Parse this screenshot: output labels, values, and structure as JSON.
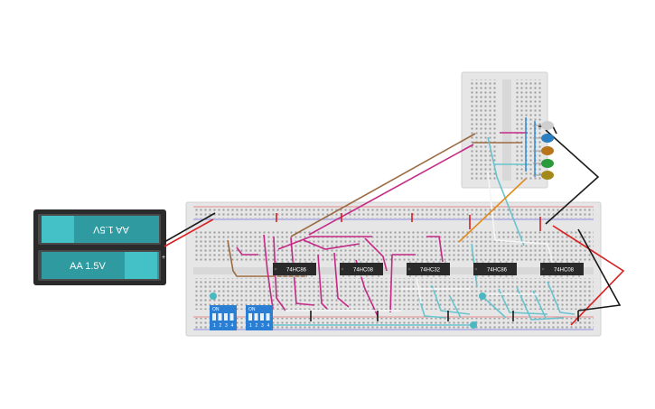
{
  "battery": {
    "cell_top_label": "AA 1.5V",
    "cell_bottom_label": "AA 1.5V",
    "plus_sign": "+"
  },
  "chips": [
    {
      "label": "74HC86"
    },
    {
      "label": "74HC08"
    },
    {
      "label": "74HC32"
    },
    {
      "label": "74HC86"
    },
    {
      "label": "74HC08"
    }
  ],
  "dip_switches": [
    {
      "on_label": "ON",
      "numbers": [
        "1",
        "2",
        "3",
        "4"
      ]
    },
    {
      "on_label": "ON",
      "numbers": [
        "1",
        "2",
        "3",
        "4"
      ]
    }
  ],
  "leds": [
    {
      "color_name": "white",
      "color": "#cfcfcf"
    },
    {
      "color_name": "blue",
      "color": "#2b7fc0"
    },
    {
      "color_name": "orange",
      "color": "#b8741b"
    },
    {
      "color_name": "green",
      "color": "#2b9a3a"
    },
    {
      "color_name": "yellow",
      "color": "#a3891a"
    }
  ],
  "colors": {
    "breadboard": "#e6e6e6",
    "battery_case": "#2b2b2b",
    "battery_cell": "#2f9aa0",
    "chip": "#2a2a2a",
    "dip": "#2a7fd4",
    "wire_magenta": "#c42a86",
    "wire_cyan": "#69c3cf",
    "wire_brown": "#9a6b43",
    "wire_red": "#d62020",
    "wire_black": "#1a1a1a",
    "wire_orange": "#e08a1a",
    "wire_white": "#f5f5f5"
  }
}
